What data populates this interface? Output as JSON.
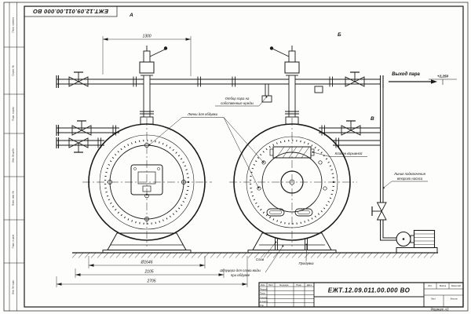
{
  "sheet": {
    "designation": "ЕЖТ.12.09.011.00.000 ВО",
    "format_note": "Формат А3",
    "side_stamps": [
      "Перв. примен.",
      "Справ. №",
      "Подп. и дата",
      "Инв. № дубл.",
      "Взам. инв. №",
      "Подп. и дата",
      "Инв. № подл."
    ],
    "title_block": {
      "designation": "ЕЖТ.12.09.011.00.000 ВО",
      "header_cols": [
        "Изм.",
        "Лист",
        "№ докум.",
        "Подп.",
        "Дата"
      ],
      "rows": [
        "Разраб.",
        "Пров.",
        "Т.контр.",
        "Н.контр.",
        "Утв."
      ],
      "lit_label": "Лит.",
      "mass_label": "Масса",
      "scale_label": "Масштаб",
      "sheet_label": "Лист",
      "sheets_label": "Листов"
    }
  },
  "views": {
    "a": "А",
    "b": "Б",
    "v": "В"
  },
  "labels": {
    "steam_outlet": "Выход пара",
    "level_mark": "+2,250",
    "own_needs_line1": "Отбор пара на",
    "own_needs_line2": "собственные нужды",
    "blow_hatches": "Лючки для обдувки",
    "explosion_valve": "Клапан взрывной",
    "pump_line_line1": "Линия подключения",
    "pump_line_line2": "второго насоса",
    "drain": "Слив",
    "blowdown": "Продувка",
    "drain_nozzles_line1": "Штуцера для слива воды",
    "drain_nozzles_line2": "при обдувке"
  },
  "dimensions": {
    "pitch": "1300",
    "diameter": "Ø1646",
    "width_support": "2105",
    "width_overall": "2705"
  }
}
